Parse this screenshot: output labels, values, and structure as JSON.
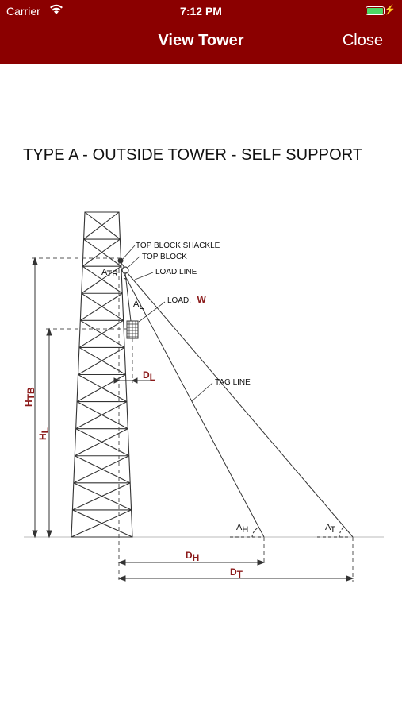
{
  "status_bar": {
    "carrier": "Carrier",
    "time": "7:12 PM",
    "wifi_icon": "wifi-icon",
    "battery_icon": "battery-icon"
  },
  "nav": {
    "title": "View Tower",
    "close_label": "Close",
    "color": "#8b0000"
  },
  "diagram": {
    "heading": "TYPE A - OUTSIDE TOWER - SELF SUPPORT",
    "labels": {
      "top_block_shackle": "TOP BLOCK SHACKLE",
      "top_block": "TOP BLOCK",
      "load_line": "LOAD LINE",
      "load": "LOAD,",
      "load_symbol": "W",
      "tag_line": "TAG LINE",
      "a_tr": "A",
      "a_tr_sub": "TR",
      "a_l": "A",
      "a_l_sub": "L",
      "d_l": "D",
      "d_l_sub": "L",
      "h_tb": "H",
      "h_tb_sub": "TB",
      "h_l": "H",
      "h_l_sub": "L",
      "a_h": "A",
      "a_h_sub": "H",
      "a_t": "A",
      "a_t_sub": "T",
      "d_h": "D",
      "d_h_sub": "H",
      "d_t": "D",
      "d_t_sub": "T"
    },
    "accent_color": "#8b1a1a"
  }
}
